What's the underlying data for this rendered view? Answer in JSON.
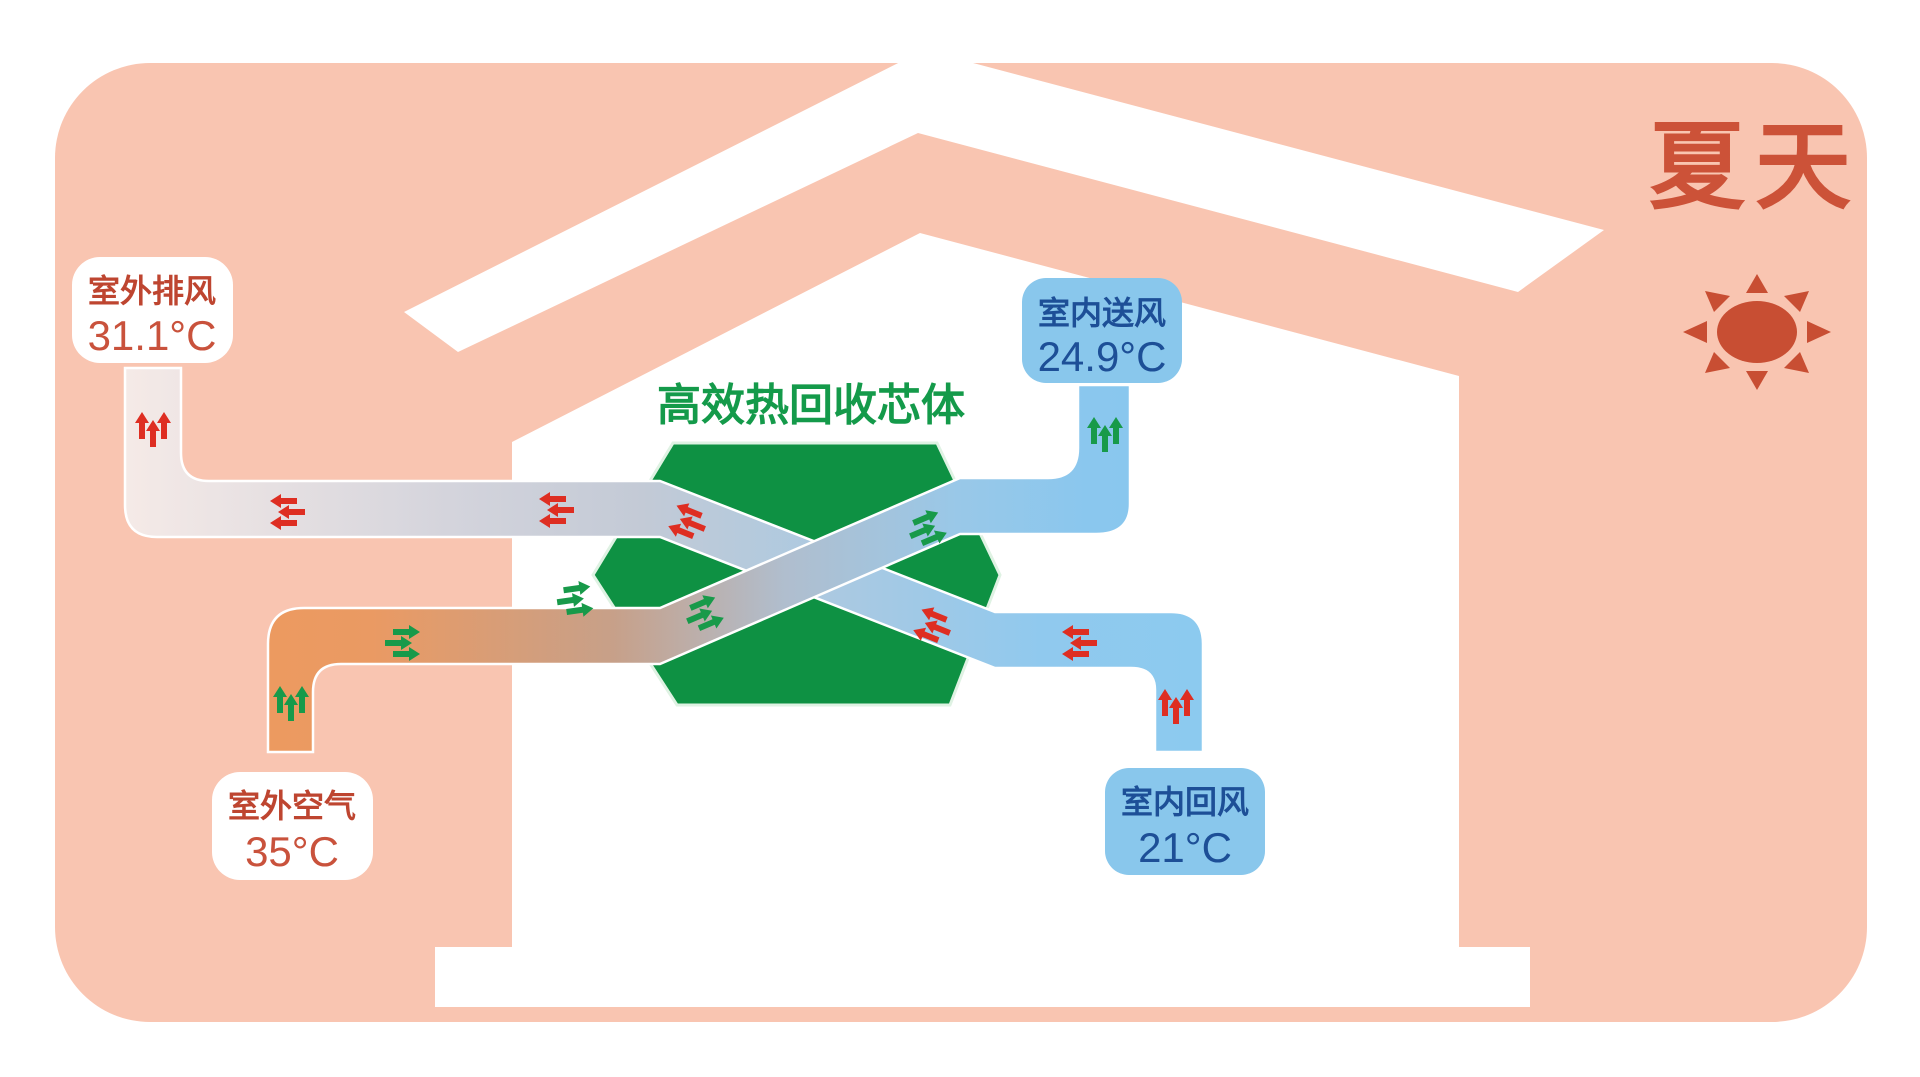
{
  "header": {
    "season_title": "夏天"
  },
  "core": {
    "label": "高效热回收芯体"
  },
  "flows": {
    "outdoor_exhaust": {
      "label": "室外排风",
      "temp": "31.1°C"
    },
    "outdoor_fresh": {
      "label": "室外空气",
      "temp": "35°C"
    },
    "indoor_supply": {
      "label": "室内送风",
      "temp": "24.9°C"
    },
    "indoor_return": {
      "label": "室内回风",
      "temp": "21°C"
    }
  },
  "colors": {
    "background_pink": "#F9C5B1",
    "house_white": "#FFFFFF",
    "core_green": "#0E9143",
    "title_green": "#149A4A",
    "season_red": "#CC5238",
    "sun_red": "#C84E33",
    "label_red": "#BE4530",
    "temp_red": "#C9523C",
    "blue_box": "#89C7EC",
    "blue_text": "#1D4F97",
    "red_arrow": "#DE2E22",
    "green_arrow": "#189A4A",
    "duct_orange": "#EC9A60",
    "duct_blue": "#8CCAEF",
    "duct_grey": "#C3CAD6",
    "duct_white": "#F5EAE7"
  }
}
